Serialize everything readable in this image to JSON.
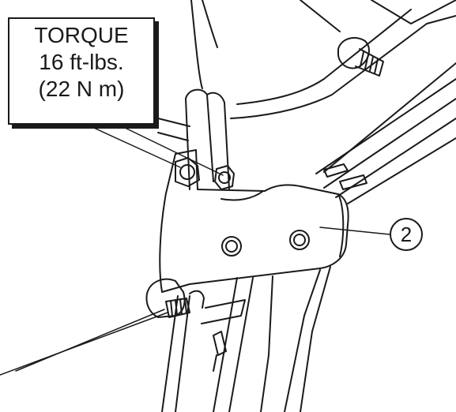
{
  "torque_label": {
    "title": "TORQUE",
    "imperial": "16 ft-lbs.",
    "metric": "(22 N m)"
  },
  "callouts": [
    {
      "number": "2"
    }
  ],
  "colors": {
    "ink": "#1a1a1a",
    "background": "#ffffff"
  }
}
